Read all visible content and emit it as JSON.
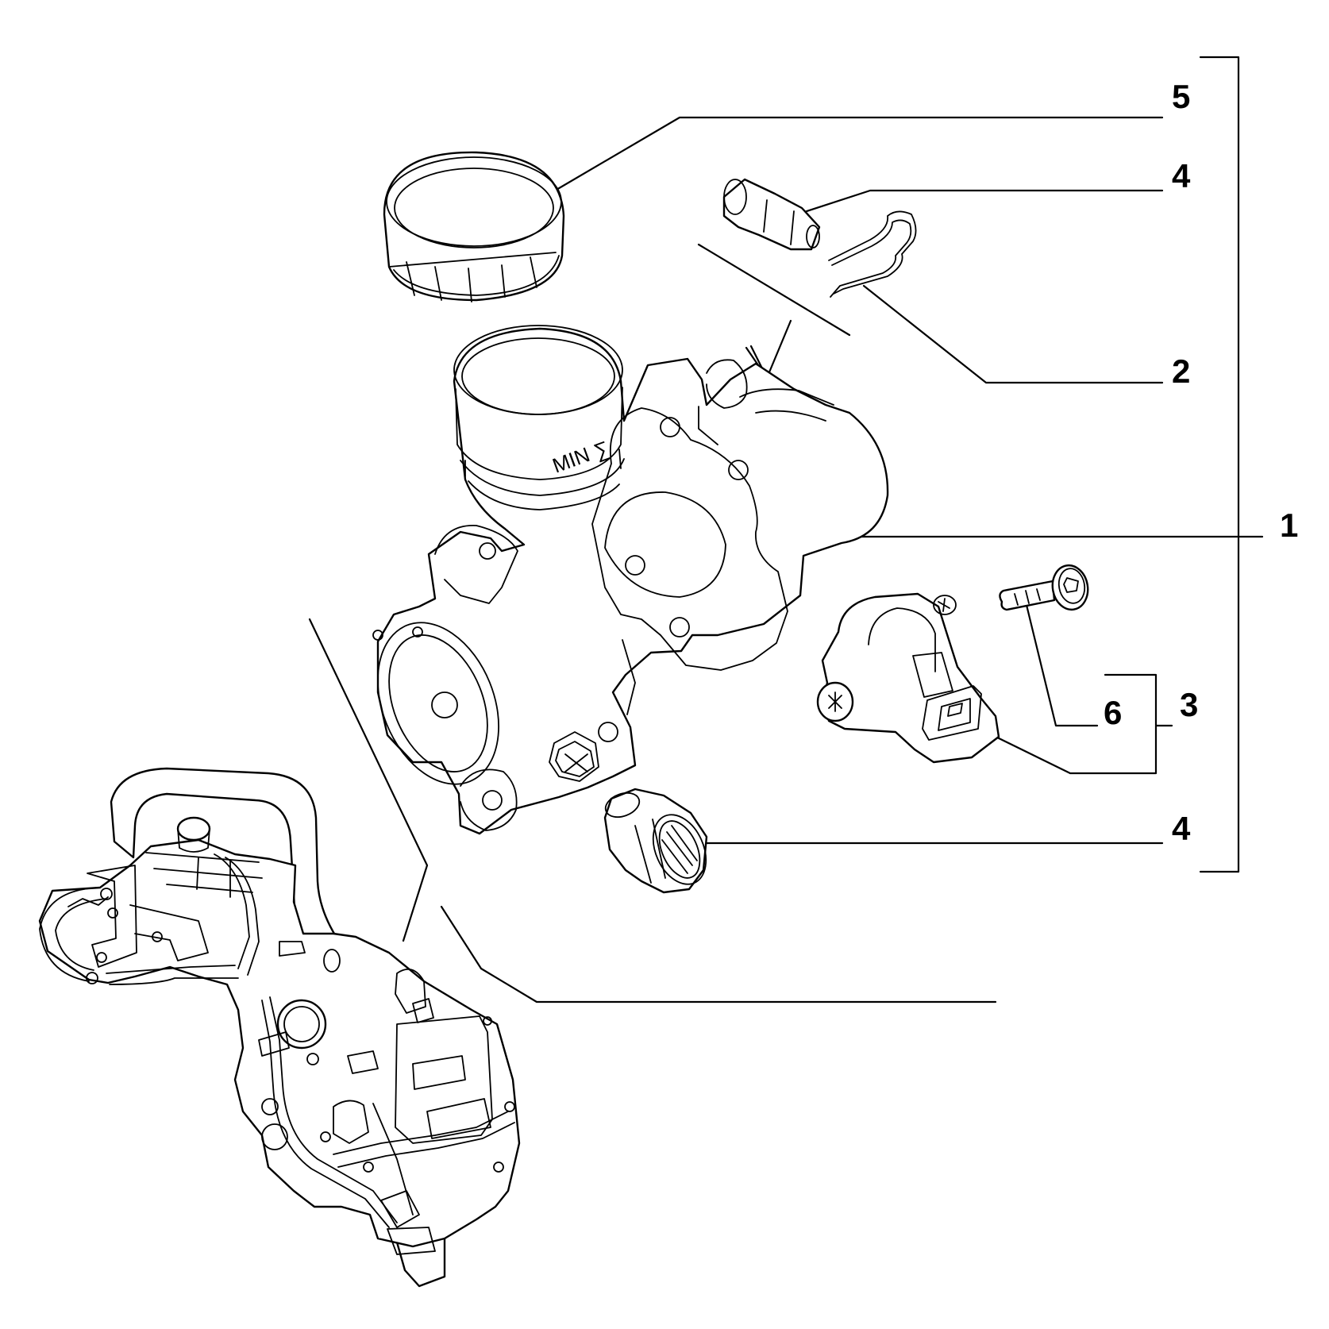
{
  "callouts": {
    "c1": "1",
    "c2": "2",
    "c3": "3",
    "c4_top": "4",
    "c4_bottom": "4",
    "c5": "5",
    "c6": "6"
  },
  "embossed_text": "MIN"
}
